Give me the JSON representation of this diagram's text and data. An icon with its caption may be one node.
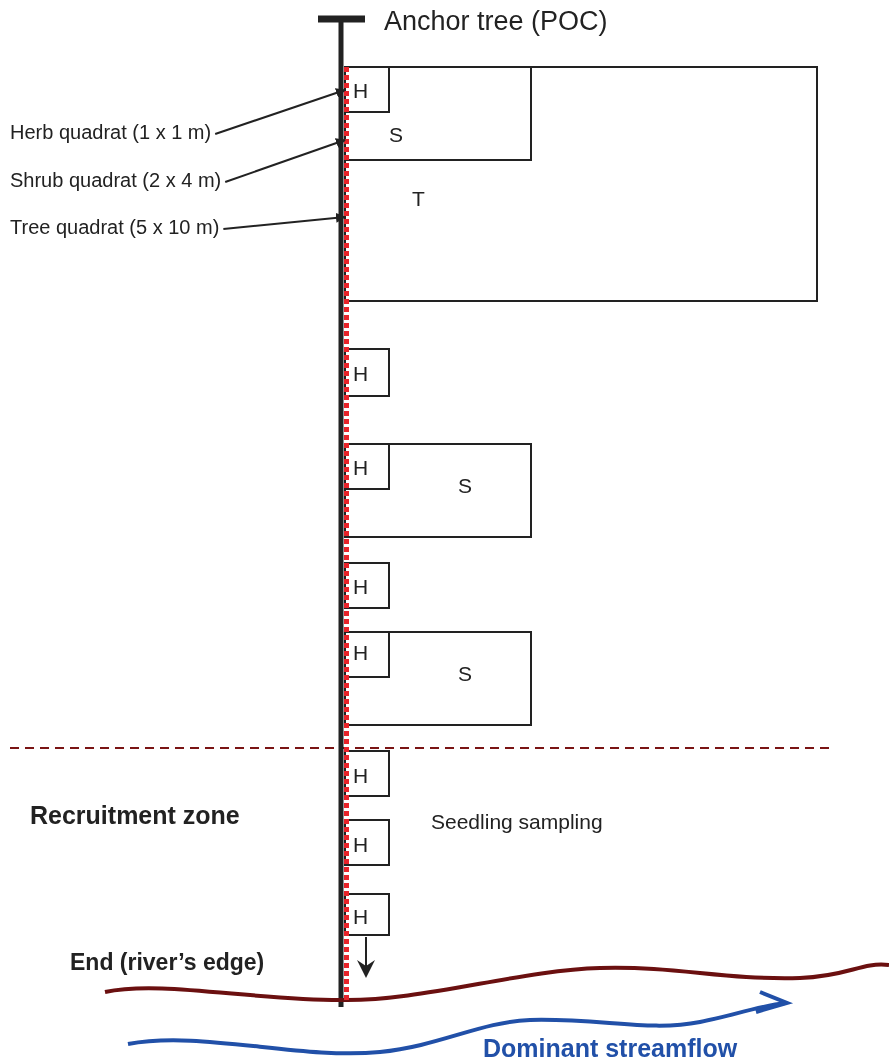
{
  "diagram": {
    "nodes": [
      {
        "text": [
          "T"
        ]
      },
      {
        "text": [
          "S"
        ],
        "in": 0
      },
      {
        "text": [
          "H"
        ],
        "in": 1
      },
      {
        "text": [
          "H"
        ]
      },
      {
        "text": [
          "S"
        ]
      },
      {
        "text": [
          "H"
        ],
        "in": 4
      },
      {
        "text": [
          "H"
        ]
      },
      {
        "text": [
          "S"
        ]
      },
      {
        "text": [
          "H"
        ],
        "in": 7
      },
      {
        "text": [
          "H"
        ]
      },
      {
        "text": [
          "H"
        ]
      },
      {
        "text": [
          "H"
        ]
      },
      {
        "text": [
          "Herb quadrat (1 x 1 m)"
        ]
      },
      {
        "text": [
          "Shrub quadrat (2 x 4 m)"
        ]
      },
      {
        "text": [
          "Tree quadrat (5 x 10 m)"
        ]
      }
    ],
    "edges": [
      {
        "from": 12,
        "to": 2,
        "arrow": "to"
      },
      {
        "from": 13,
        "to": 1,
        "arrow": "to"
      },
      {
        "from": 14,
        "to": 0,
        "arrow": "to"
      }
    ],
    "labels": [
      "Anchor tree (POC)",
      "Recruitment zone",
      "Seedling sampling",
      "End (river’s edge)",
      "Dominant streamflow"
    ]
  }
}
